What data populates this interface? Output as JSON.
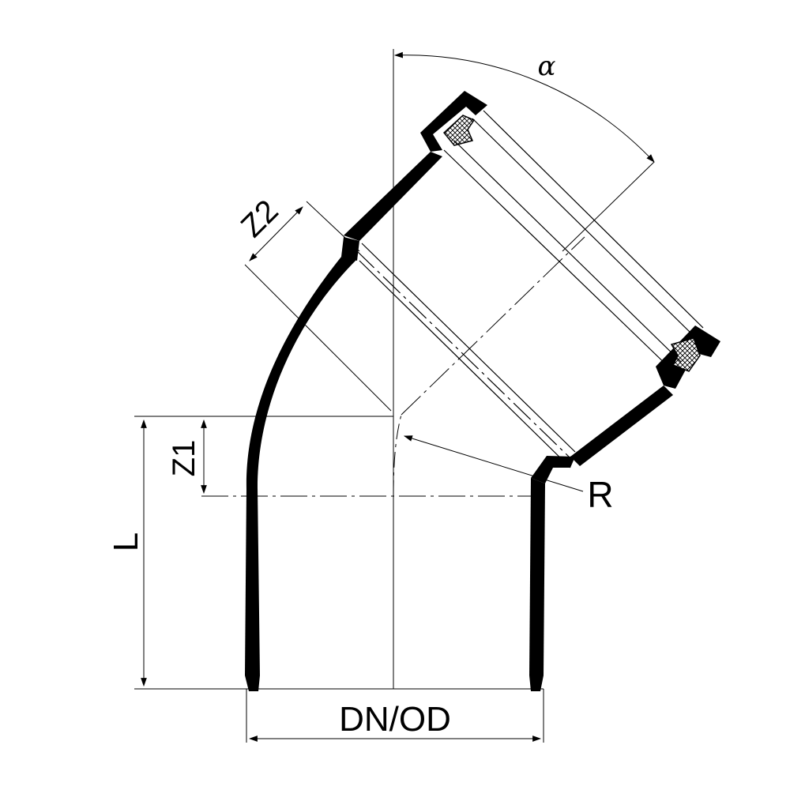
{
  "labels": {
    "alpha": "α",
    "z2": "Z2",
    "z1": "Z1",
    "length": "L",
    "radius": "R",
    "diameter": "DN/OD"
  },
  "colors": {
    "ink": "#000000",
    "background": "#ffffff"
  }
}
